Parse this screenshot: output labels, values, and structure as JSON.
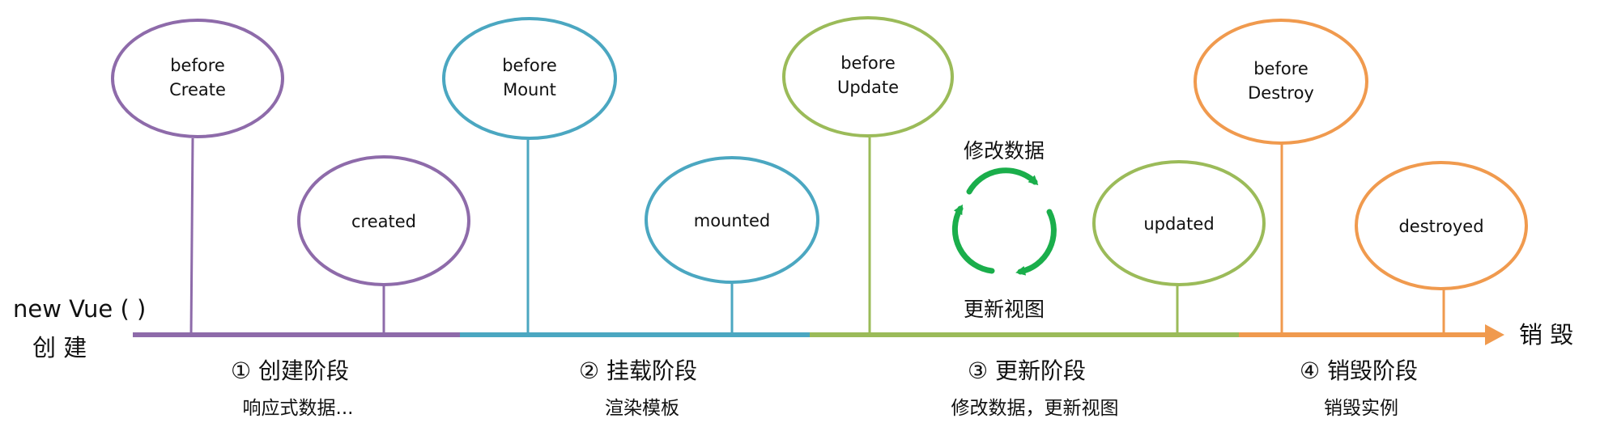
{
  "start": {
    "line1": "new Vue ( )",
    "line2": "创 建"
  },
  "end": {
    "label": "销 毁"
  },
  "phases": [
    {
      "title": "① 创建阶段",
      "subtitle": "响应式数据...",
      "color": "#8E6BAA"
    },
    {
      "title": "② 挂载阶段",
      "subtitle": "渲染模板",
      "color": "#4BA7C1"
    },
    {
      "title": "③ 更新阶段",
      "subtitle": "修改数据，更新视图",
      "color": "#9BBB59"
    },
    {
      "title": "④ 销毁阶段",
      "subtitle": "销毁实例",
      "color": "#F09A4E"
    }
  ],
  "hooks": {
    "beforeCreate": {
      "line1": "before",
      "line2": "Create"
    },
    "created": {
      "line1": "created"
    },
    "beforeMount": {
      "line1": "before",
      "line2": "Mount"
    },
    "mounted": {
      "line1": "mounted"
    },
    "beforeUpdate": {
      "line1": "before",
      "line2": "Update"
    },
    "updated": {
      "line1": "updated"
    },
    "beforeDestroy": {
      "line1": "before",
      "line2": "Destroy"
    },
    "destroyed": {
      "line1": "destroyed"
    }
  },
  "update_cycle": {
    "top_label": "修改数据",
    "bottom_label": "更新视图",
    "icon": "refresh-cycle-icon",
    "color": "#1AAE4B"
  }
}
